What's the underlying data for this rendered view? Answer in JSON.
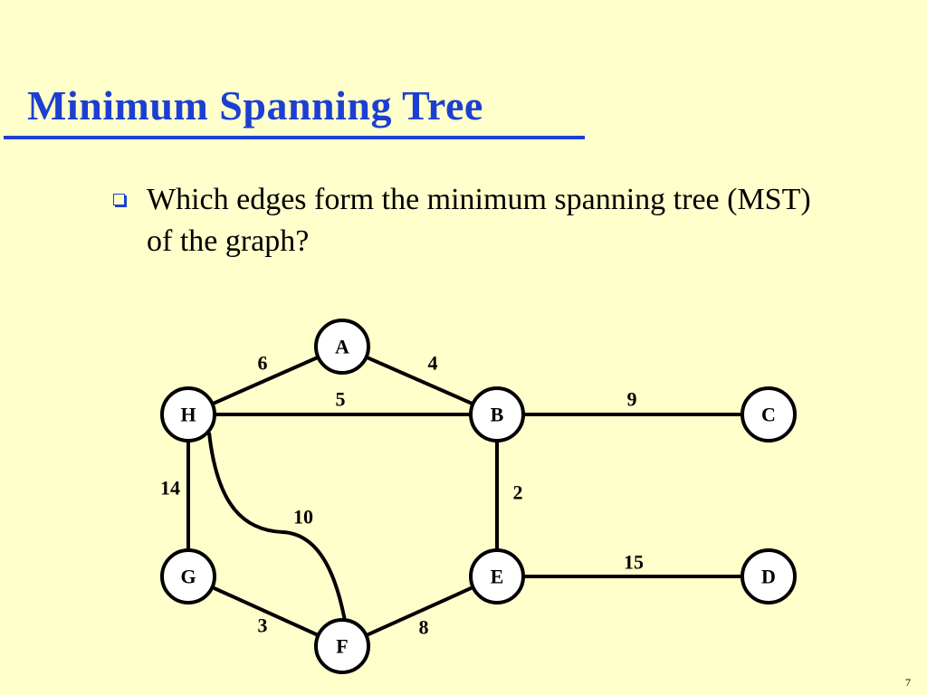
{
  "slide": {
    "title": "Minimum Spanning Tree",
    "bullet": "Which edges form the minimum spanning tree (MST) of the graph?",
    "page_number": "7",
    "colors": {
      "background": "#ffffcc",
      "title": "#1c3fd1",
      "graph": "#000000"
    },
    "bullet_icon": "hollow-square-bullet-icon"
  },
  "graph": {
    "nodes": [
      "A",
      "H",
      "B",
      "C",
      "G",
      "E",
      "D",
      "F"
    ],
    "edges": [
      {
        "from": "H",
        "to": "A",
        "weight": "6"
      },
      {
        "from": "A",
        "to": "B",
        "weight": "4"
      },
      {
        "from": "H",
        "to": "B",
        "weight": "5"
      },
      {
        "from": "B",
        "to": "C",
        "weight": "9"
      },
      {
        "from": "H",
        "to": "G",
        "weight": "14"
      },
      {
        "from": "B",
        "to": "E",
        "weight": "2"
      },
      {
        "from": "H",
        "to": "F",
        "weight": "10"
      },
      {
        "from": "E",
        "to": "D",
        "weight": "15"
      },
      {
        "from": "G",
        "to": "F",
        "weight": "3"
      },
      {
        "from": "F",
        "to": "E",
        "weight": "8"
      }
    ]
  }
}
